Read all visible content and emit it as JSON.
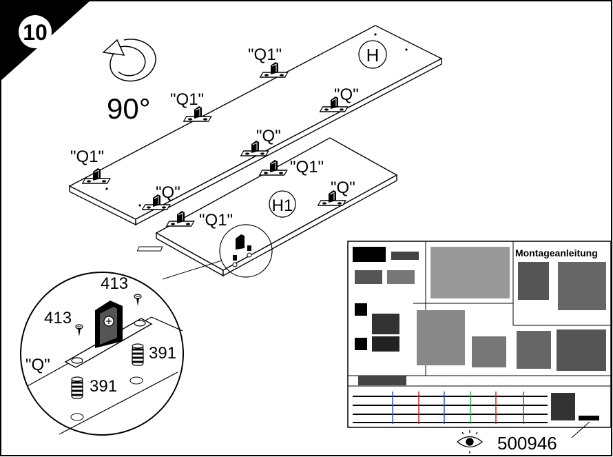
{
  "step": {
    "number": "10"
  },
  "rotation": {
    "label": "90°"
  },
  "panels": {
    "upper": {
      "label": "H"
    },
    "lower": {
      "label": "H1"
    }
  },
  "fitting_labels": {
    "upper_q1_top": "\"Q1\"",
    "upper_q1_mid": "\"Q1\"",
    "upper_q1_left": "\"Q1\"",
    "upper_q_right": "\"Q\"",
    "upper_q_center": "\"Q\"",
    "upper_q_left": "\"Q\"",
    "lower_q1_top": "\"Q1\"",
    "lower_q_right": "\"Q\"",
    "lower_q1_bottom": "\"Q1\""
  },
  "detail": {
    "screw_label_top": "413",
    "screw_label_left": "413",
    "fitting_label": "\"Q\"",
    "dowel_label_right": "391",
    "dowel_label_left": "391"
  },
  "manual_thumbnail": {
    "title": "Montageanleitung",
    "part_number": "500946",
    "icon": "eye-icon"
  }
}
